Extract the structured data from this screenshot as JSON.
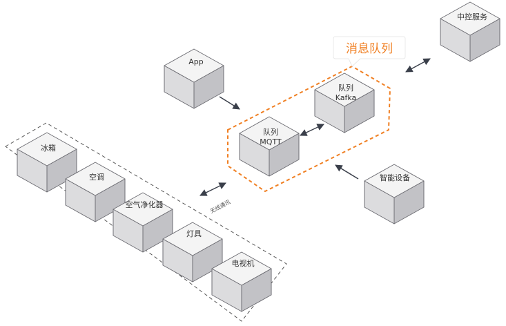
{
  "colors": {
    "accent": "#f07f22",
    "box_top": "#f4f4f4",
    "box_left": "#dcdcde",
    "box_right": "#c2c2c6",
    "box_stroke": "#6e6e74",
    "arrow": "#3a3f4a",
    "group_border": "#555555"
  },
  "nodes": {
    "app": {
      "label": "App"
    },
    "mqtt": {
      "line1": "队列",
      "line2": "MQTT"
    },
    "kafka": {
      "line1": "队列",
      "line2": "Kafka"
    },
    "central": {
      "label": "中控服务"
    },
    "smart": {
      "label": "智能设备"
    },
    "fridge": {
      "label": "冰箱"
    },
    "ac": {
      "label": "空调"
    },
    "purifier": {
      "label": "空气净化器"
    },
    "lamp": {
      "label": "灯具"
    },
    "tv": {
      "label": "电视机"
    }
  },
  "callout": {
    "label": "消息队列"
  },
  "link_label": "无线通讯"
}
